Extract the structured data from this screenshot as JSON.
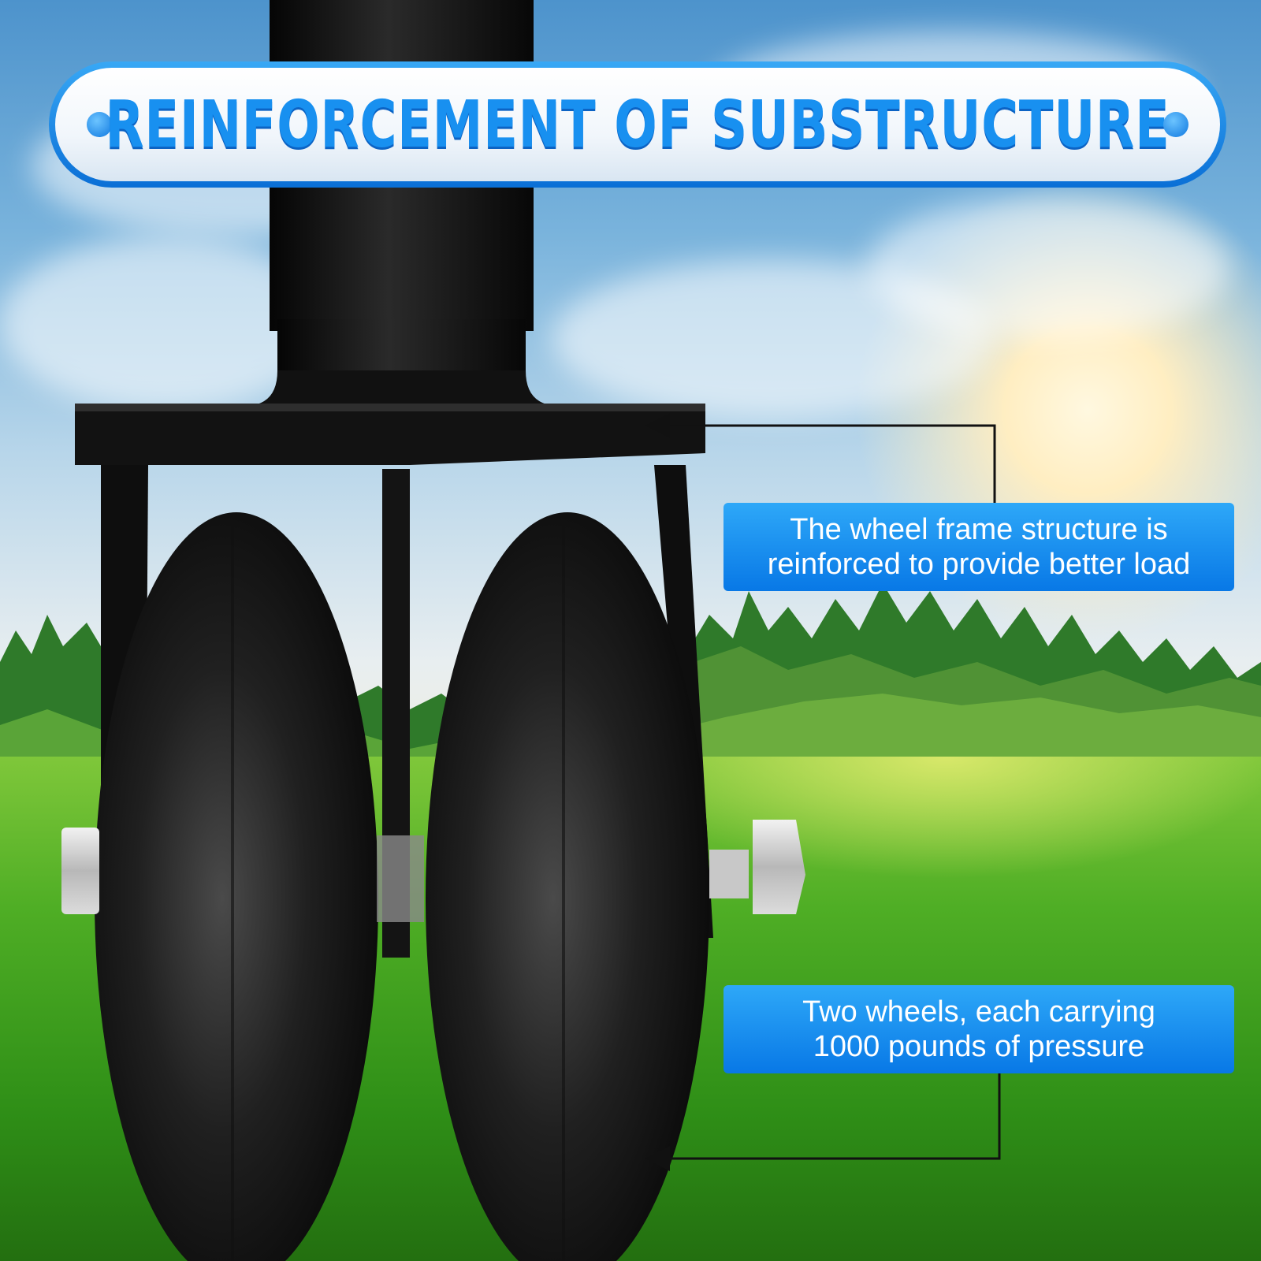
{
  "banner": {
    "title": "REINFORCEMENT OF SUBSTRUCTURE"
  },
  "callouts": {
    "frame": {
      "line1": "The wheel frame structure is",
      "line2": "reinforced to provide better load"
    },
    "wheels": {
      "line1": "Two wheels, each carrying",
      "line2": "1000 pounds of pressure"
    }
  },
  "colors": {
    "accent": "#1890f0",
    "callout_bg": "#0878e6",
    "callout_text": "#ffffff"
  }
}
